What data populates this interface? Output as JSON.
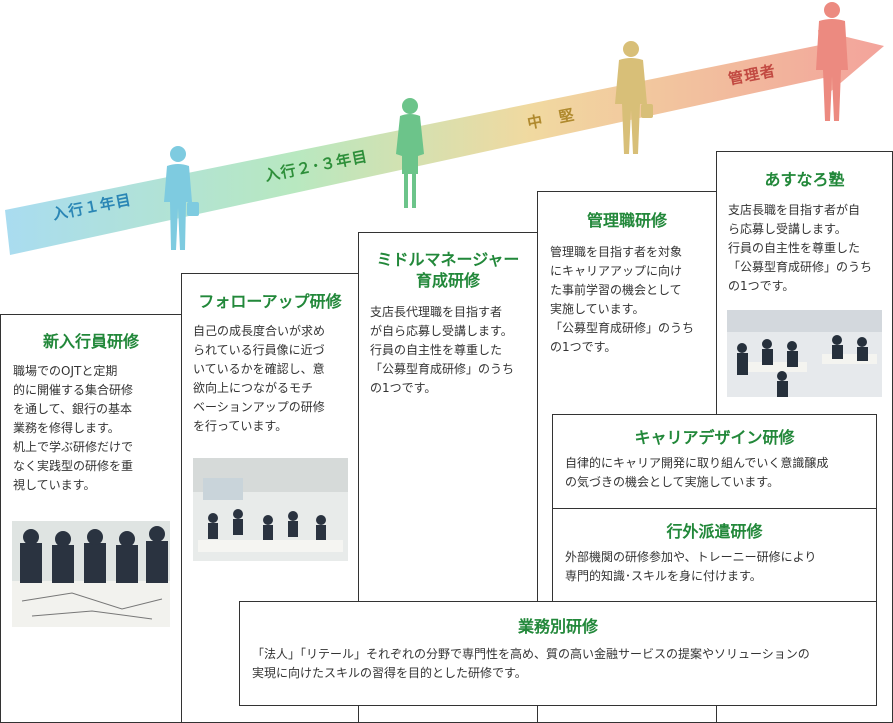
{
  "stages": {
    "s1": "入行１年目",
    "s2": "入行２･３年目",
    "s3": "中　堅",
    "s4": "管理者"
  },
  "boxes": {
    "new_hire": {
      "title": "新入行員研修",
      "lines": [
        "職場でのOJTと定期",
        "的に開催する集合研修",
        "を通して、銀行の基本",
        "業務を修得します。",
        "机上で学ぶ研修だけで",
        "なく実践型の研修を重",
        "視しています。"
      ]
    },
    "follow_up": {
      "title": "フォローアップ研修",
      "lines": [
        "自己の成長度合いが求め",
        "られている行員像に近づ",
        "いているかを確認し、意",
        "欲向上につながるモチ",
        "ベーションアップの研修",
        "を行っています。"
      ]
    },
    "middle": {
      "title_1": "ミドルマネージャー",
      "title_2": "育成研修",
      "lines": [
        "支店長代理職を目指す者",
        "が自ら応募し受講します。",
        "行員の自主性を尊重した",
        "「公募型育成研修」のうち",
        "の1つです。"
      ]
    },
    "management": {
      "title": "管理職研修",
      "lines": [
        "管理職を目指す者を対象",
        "にキャリアアップに向け",
        "た事前学習の機会として",
        "実施しています。",
        "「公募型育成研修」のうち",
        "の1つです。"
      ]
    },
    "asunaro": {
      "title": "あすなろ塾",
      "lines": [
        "支店長職を目指す者が自",
        "ら応募し受講します。",
        "行員の自主性を尊重した",
        "「公募型育成研修」のうち",
        "の1つです。"
      ]
    },
    "career": {
      "title": "キャリアデザイン研修",
      "lines": [
        "自律的にキャリア開発に取り組んでいく意識醸成",
        "の気づきの機会として実施しています。"
      ]
    },
    "external": {
      "title": "行外派遣研修",
      "lines": [
        "外部機関の研修参加や、トレーニー研修により",
        "専門的知識･スキルを身に付けます。"
      ]
    },
    "business": {
      "title": "業務別研修",
      "lines": [
        "「法人」「リテール」それぞれの分野で専門性を高め、質の高い金融サービスの提案やソリューションの",
        "実現に向けたスキルの習得を目的とした研修です。"
      ]
    }
  },
  "colors": {
    "title_green": "#22883a",
    "stage1": "#2a86b5",
    "stage2": "#2e8f3a",
    "stage3": "#b08a2e",
    "stage4": "#c24a42"
  }
}
